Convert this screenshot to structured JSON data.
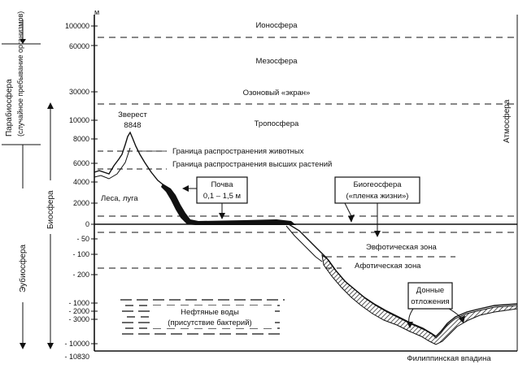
{
  "unit_label": "м",
  "y_ticks": {
    "t100000": "100000",
    "t60000": "60000",
    "t30000": "30000",
    "t10000": "10000",
    "t8000": "8000",
    "t6000": "6000",
    "t4000": "4000",
    "t2000": "2000",
    "t0": "0",
    "tm50": "- 50",
    "tm100": "- 100",
    "tm200": "- 200",
    "tm1000": "- 1000",
    "tm2000": "- 2000",
    "tm3000": "- 3000",
    "tm10000": "- 10000",
    "tm10830": "- 10830"
  },
  "layers": {
    "ionosphere": "Ионосфера",
    "mesosphere": "Мезосфера",
    "ozone": "Озоновый «экран»",
    "troposphere": "Тропосфера"
  },
  "everest": {
    "name": "Зверест",
    "height": "8848"
  },
  "limits": {
    "animals": "Граница распространения животных",
    "plants": "Граница распространения высших растений"
  },
  "forest": "Леса, луга",
  "soil": {
    "title": "Почва",
    "depth": "0,1 – 1,5 м"
  },
  "biogeosphere": {
    "title": "Биогеосфера",
    "subtitle": "(«пленка жизни»)"
  },
  "zones": {
    "euphotic": "Эвфотическая зона",
    "aphotic": "Афотическая зона"
  },
  "sediments": {
    "line1": "Донные",
    "line2": "отложения"
  },
  "oil": {
    "line1": "Нефтяные воды",
    "line2": "(присутствие бактерий)"
  },
  "trench": "Филиппинская впадина",
  "side_labels": {
    "parabiosphere": "Парабиосфера",
    "parabiosphere_note": "(случайное пребывание организмов)",
    "eubiosphere": "Эубиосфера",
    "biosphere": "Биосфера",
    "atmosphere": "Атмосфера"
  }
}
